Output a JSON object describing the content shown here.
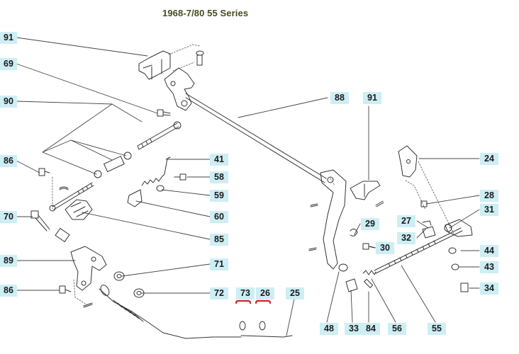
{
  "title": "1968-7/80 55 Series",
  "colors": {
    "label_bg": "#cdeef4",
    "line": "#333333",
    "highlight": "#d62020",
    "title": "#4a4a20"
  },
  "labels": {
    "p91a": "91",
    "p69": "69",
    "p90": "90",
    "p86a": "86",
    "p70": "70",
    "p89": "89",
    "p86b": "86",
    "p88": "88",
    "p91b": "91",
    "p41": "41",
    "p58": "58",
    "p59": "59",
    "p60": "60",
    "p85": "85",
    "p71": "71",
    "p72": "72",
    "p73": "73",
    "p26": "26",
    "p25": "25",
    "p29": "29",
    "p30": "30",
    "p48": "48",
    "p33": "33",
    "p84": "84",
    "p56": "56",
    "p24": "24",
    "p28": "28",
    "p31": "31",
    "p27": "27",
    "p32": "32",
    "p44": "44",
    "p43": "43",
    "p34": "34",
    "p55": "55"
  },
  "highlighted_parts": [
    "73",
    "26"
  ]
}
